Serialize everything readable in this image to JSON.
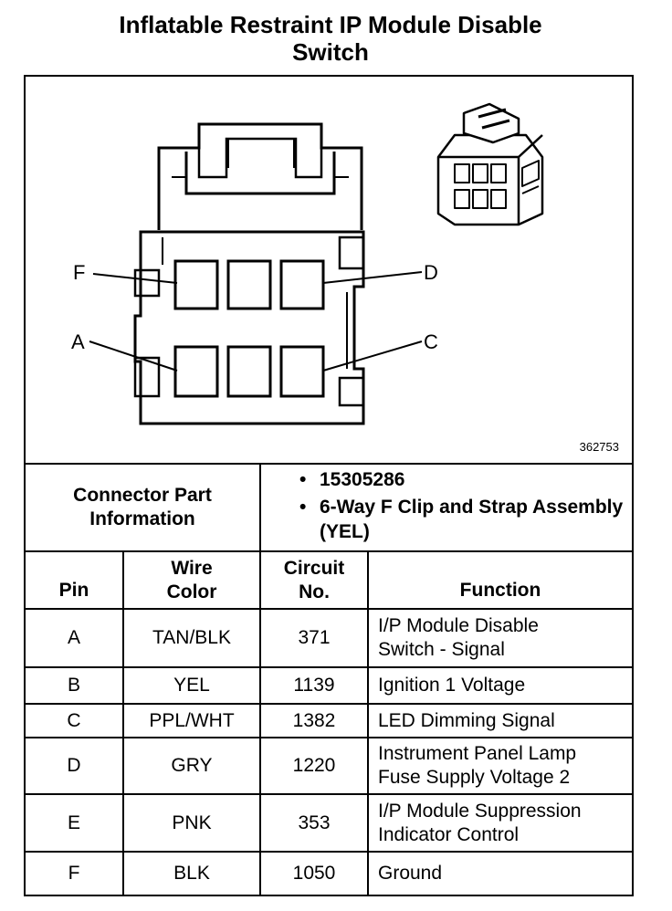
{
  "title_line1": "Inflatable Restraint IP Module Disable",
  "title_line2": "Switch",
  "figure_number": "362753",
  "pin_labels": {
    "F": "F",
    "D": "D",
    "A": "A",
    "C": "C"
  },
  "connector_info": {
    "label_line1": "Connector Part",
    "label_line2": "Information",
    "bullet1": "15305286",
    "bullet2": "6-Way F Clip and Strap Assembly (YEL)"
  },
  "columns": {
    "pin": "Pin",
    "wire_line1": "Wire",
    "wire_line2": "Color",
    "circuit_line1": "Circuit",
    "circuit_line2": "No.",
    "function": "Function"
  },
  "rows": [
    {
      "pin": "A",
      "wire": "TAN/BLK",
      "circuit": "371",
      "func1": "I/P Module Disable",
      "func2": "Switch - Signal"
    },
    {
      "pin": "B",
      "wire": "YEL",
      "circuit": "1139",
      "func1": "Ignition 1 Voltage",
      "func2": ""
    },
    {
      "pin": "C",
      "wire": "PPL/WHT",
      "circuit": "1382",
      "func1": "LED Dimming Signal",
      "func2": ""
    },
    {
      "pin": "D",
      "wire": "GRY",
      "circuit": "1220",
      "func1": "Instrument Panel Lamp",
      "func2": "Fuse Supply Voltage 2"
    },
    {
      "pin": "E",
      "wire": "PNK",
      "circuit": "353",
      "func1": "I/P Module Suppression",
      "func2": "Indicator Control"
    },
    {
      "pin": "F",
      "wire": "BLK",
      "circuit": "1050",
      "func1": "Ground",
      "func2": ""
    }
  ]
}
